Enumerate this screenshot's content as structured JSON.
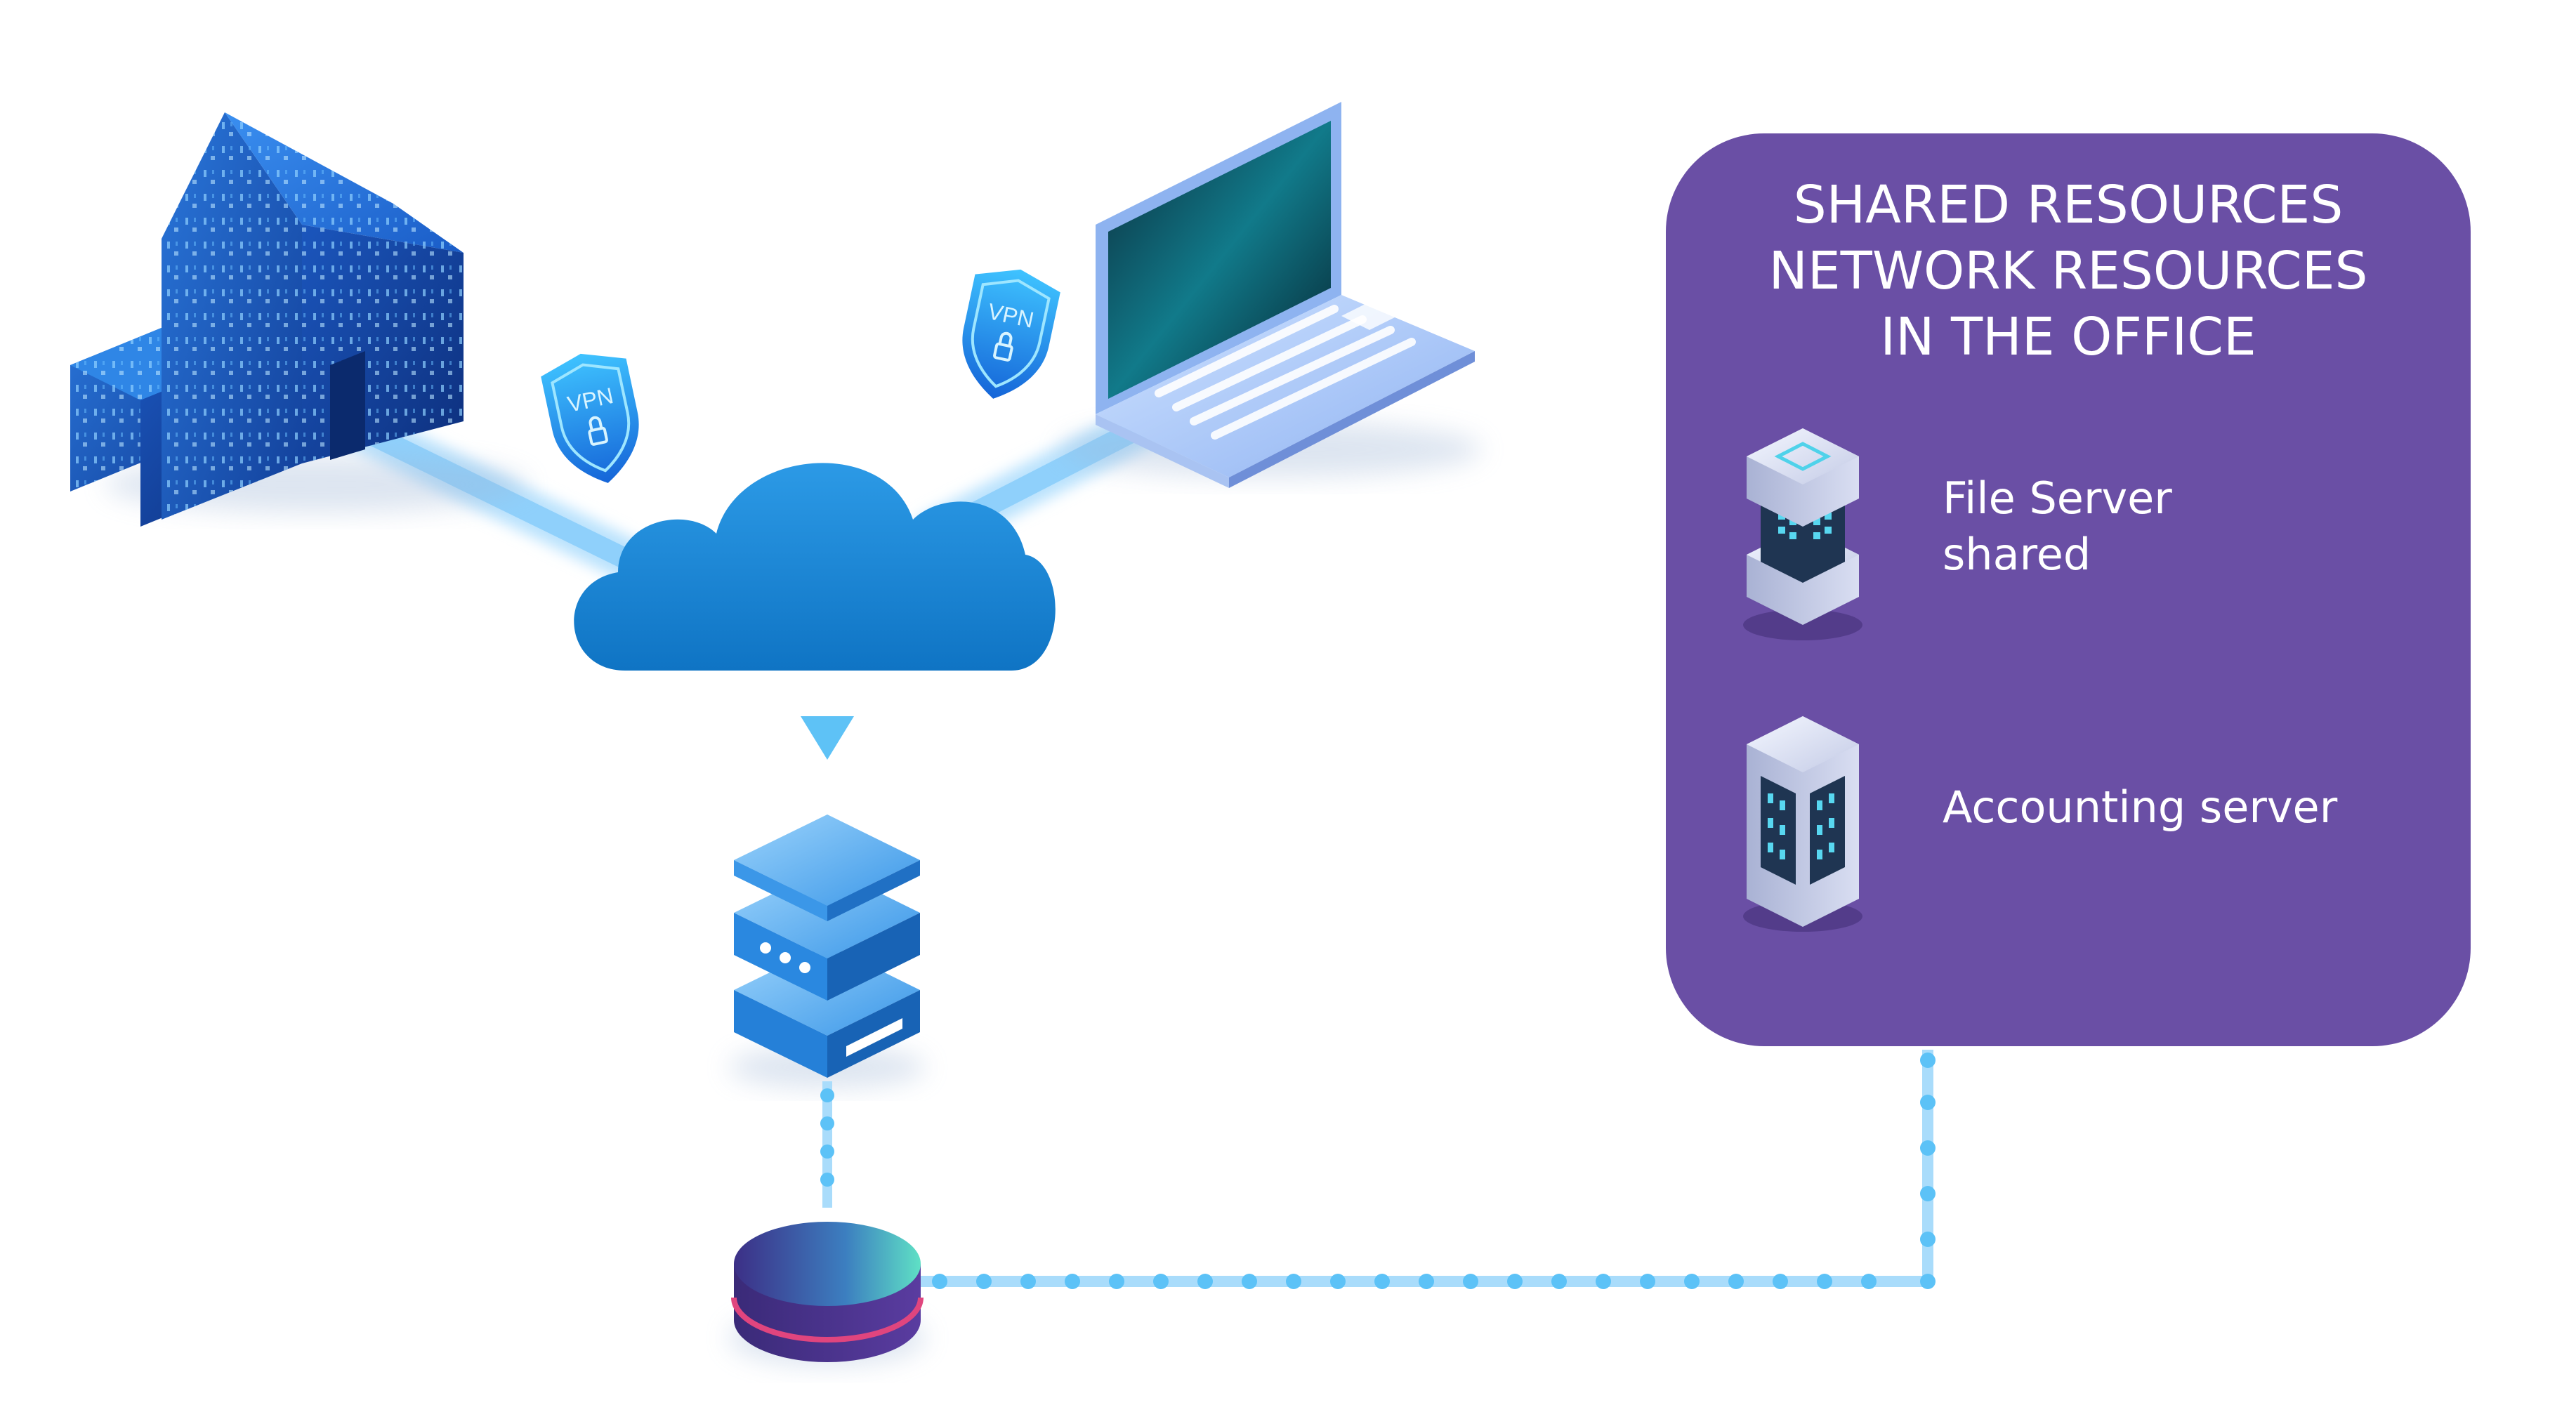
{
  "office_panel": {
    "title_lines": [
      "SHARED RESOURCES",
      "NETWORK RESOURCES",
      "IN THE OFFICE"
    ],
    "resources": [
      {
        "label_lines": [
          "File Server",
          "shared"
        ],
        "icon": "file-server-icon"
      },
      {
        "label_lines": [
          "Accounting server"
        ],
        "icon": "accounting-server-icon"
      }
    ],
    "color": "#6a4fa5"
  },
  "vpn_badges": [
    {
      "label": "VPN",
      "icon": "vpn-shield-icon"
    },
    {
      "label": "VPN",
      "icon": "vpn-shield-icon"
    }
  ],
  "nodes": {
    "home": {
      "icon": "house-icon"
    },
    "laptop": {
      "icon": "laptop-icon"
    },
    "cloud": {
      "icon": "cloud-icon"
    },
    "gateway": {
      "icon": "server-stack-icon"
    },
    "router": {
      "icon": "router-icon"
    }
  },
  "colors": {
    "cloud": "#1a86d6",
    "link": "#8fd0fb",
    "dotted_link": "#5cc2f7",
    "house": "#1c5fc8",
    "router_accent": "#e0457e"
  }
}
